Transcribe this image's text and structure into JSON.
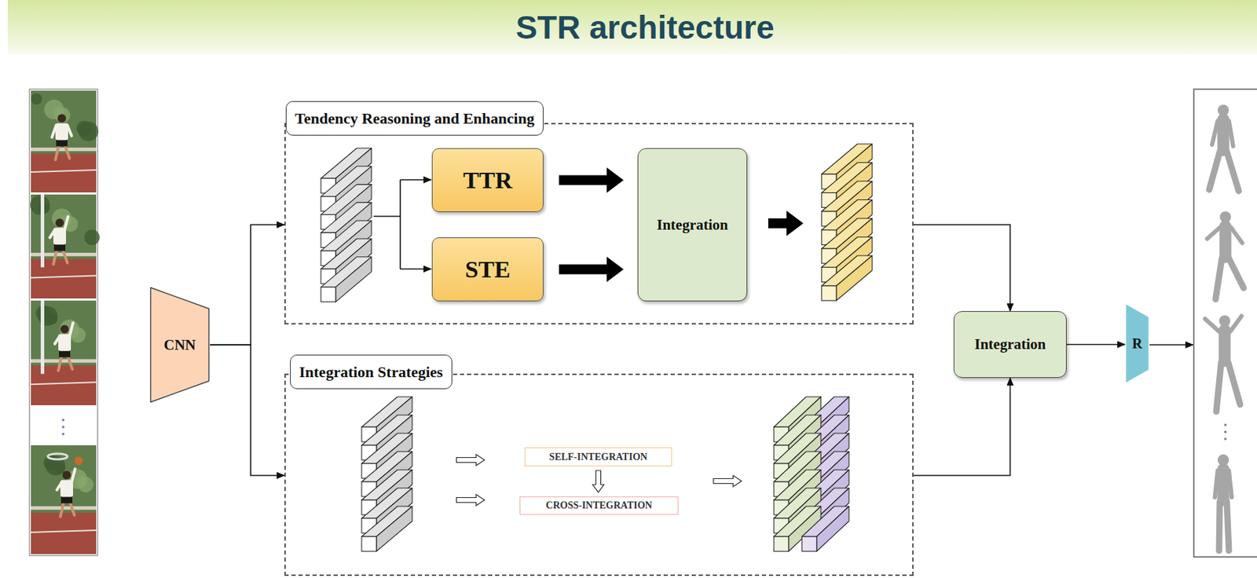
{
  "diagram": {
    "title": "STR architecture",
    "nodes": [
      {
        "text": [
          "CNN"
        ]
      },
      {
        "text": [
          "Tendency Reasoning and Enhancing"
        ]
      },
      {
        "text": [
          "TTR"
        ],
        "in": 1
      },
      {
        "text": [
          "STE"
        ],
        "in": 1
      },
      {
        "text": [
          "Integration"
        ],
        "in": 1
      },
      {
        "text": [
          "Integration Strategies"
        ]
      },
      {
        "text": [
          "SELF-INTEGRATION"
        ],
        "in": 5
      },
      {
        "text": [
          "CROSS-INTEGRATION"
        ],
        "in": 5
      },
      {
        "text": [
          "Integration"
        ]
      },
      {
        "text": [
          "R"
        ]
      }
    ],
    "edges": [
      {
        "from": 0,
        "to": 1,
        "arrow": "to"
      },
      {
        "from": 0,
        "to": 5,
        "arrow": "to"
      },
      {
        "from": 2,
        "to": 4,
        "arrow": "to"
      },
      {
        "from": 3,
        "to": 4,
        "arrow": "to"
      },
      {
        "from": 6,
        "to": 7,
        "arrow": "to"
      },
      {
        "from": 1,
        "to": 8,
        "arrow": "to"
      },
      {
        "from": 5,
        "to": 8,
        "arrow": "to"
      },
      {
        "from": 8,
        "to": 9,
        "arrow": "to"
      }
    ]
  }
}
